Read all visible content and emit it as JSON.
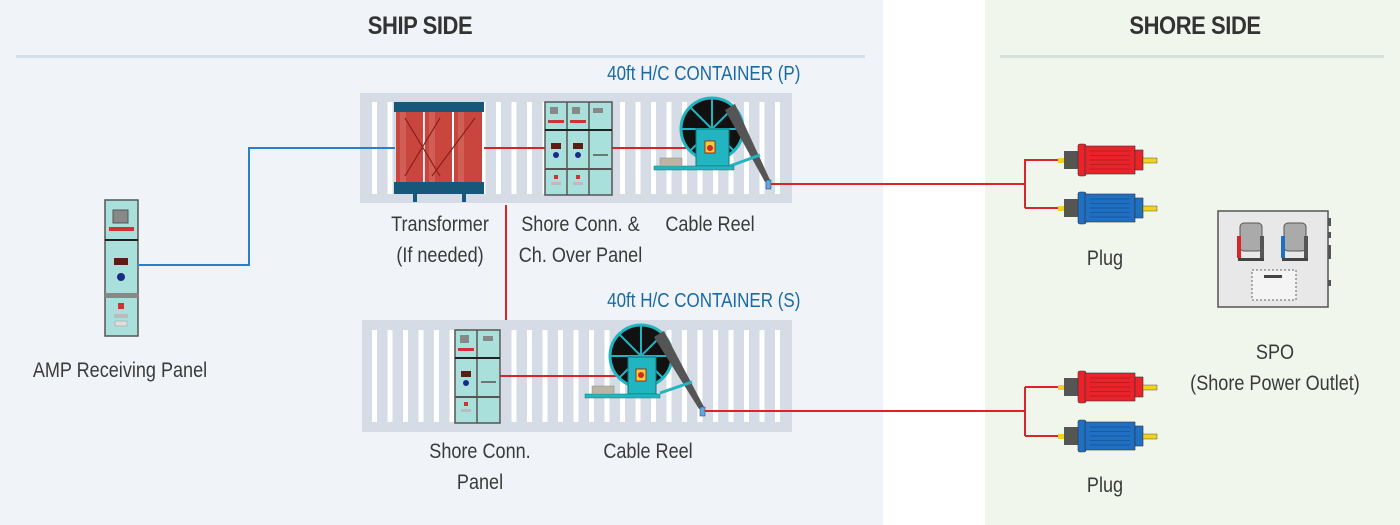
{
  "ship_side": {
    "title": "SHIP SIDE",
    "amp_panel_label": "AMP Receiving Panel",
    "container_p": {
      "label": "40ft H/C CONTAINER (P)",
      "transformer_label_1": "Transformer",
      "transformer_label_2": "(If needed)",
      "panel_label_1": "Shore Conn. &",
      "panel_label_2": "Ch. Over Panel",
      "reel_label": "Cable Reel"
    },
    "container_s": {
      "label": "40ft H/C CONTAINER (S)",
      "panel_label_1": "Shore Conn.",
      "panel_label_2": "Panel",
      "reel_label": "Cable Reel"
    }
  },
  "shore_side": {
    "title": "SHORE SIDE",
    "plug_label_top": "Plug",
    "plug_label_bottom": "Plug",
    "spo_label_1": "SPO",
    "spo_label_2": "(Shore Power Outlet)"
  },
  "colors": {
    "ship_bg": "#f0f4f8",
    "shore_bg": "#f1f6ec",
    "lv_cable": "#2a7fc9",
    "hv_cable": "#d9252a",
    "container": "#d5dce6",
    "panel_fill": "#a9e0dc",
    "transformer": "#c9463f",
    "reel_teal": "#20b5c0",
    "plug_red": "#e8232a",
    "plug_blue": "#1f6fc3",
    "accent_text": "#1a6aa6"
  }
}
